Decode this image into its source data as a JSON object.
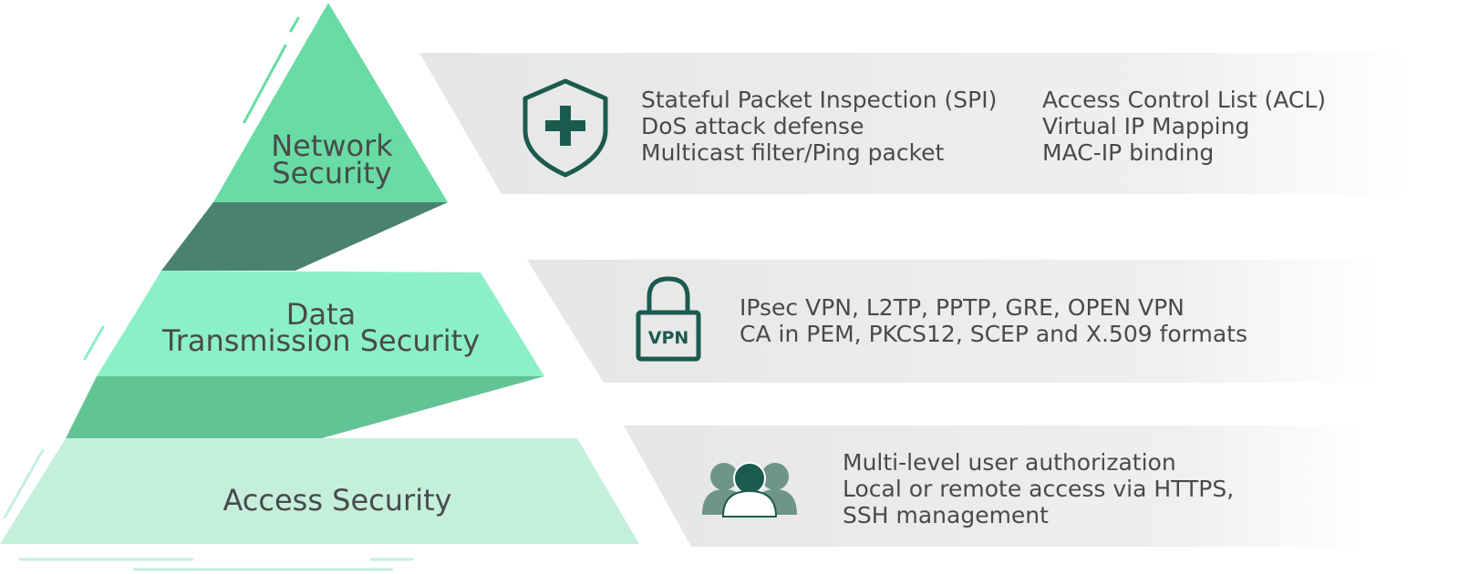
{
  "tiers": [
    {
      "id": "network",
      "label_lines": [
        "Network",
        "Security"
      ],
      "icon": "shield-plus-icon",
      "features_col1": [
        "Stateful Packet Inspection (SPI)",
        "DoS attack defense",
        "Multicast filter/Ping packet"
      ],
      "features_col2": [
        "Access Control List (ACL)",
        "Virtual IP Mapping",
        "MAC-IP binding"
      ]
    },
    {
      "id": "data",
      "label_lines": [
        "Data",
        "Transmission Security"
      ],
      "icon": "vpn-lock-icon",
      "icon_text": "VPN",
      "features_col1": [
        "IPsec VPN, L2TP, PPTP, GRE, OPEN VPN",
        "CA in PEM, PKCS12, SCEP and X.509 formats"
      ]
    },
    {
      "id": "access",
      "label_lines": [
        "Access Security"
      ],
      "icon": "user-group-icon",
      "features_col1": [
        "Multi-level user authorization",
        "Local or remote access via HTTPS,",
        "SSH management"
      ]
    }
  ],
  "colors": {
    "tier1": "#68dca4",
    "tier2": "#8bf0c8",
    "tier3": "#c4efdd",
    "band1": "#4a8272",
    "band2": "#63c394",
    "icon": "#1b5b4e",
    "panel": "#ebebeb",
    "text": "#4a4a4a"
  }
}
